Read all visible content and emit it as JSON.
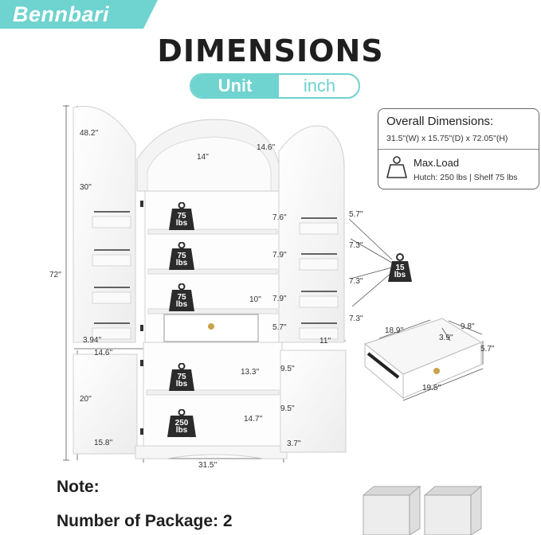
{
  "brand": {
    "name": "Bennbari"
  },
  "title": "DIMENSIONS",
  "unit_toggle": {
    "active": "Unit",
    "inactive": "inch"
  },
  "info_box": {
    "title": "Overall Dimensions:",
    "dimensions": "31.5\"(W) x 15.75\"(D) x 72.05\"(H)",
    "load_title": "Max.Load",
    "load_values": "Hutch: 250 lbs | Shelf 75 lbs",
    "icon": "weight-icon"
  },
  "cabinet_dims": {
    "door_top": "48.2''",
    "door_mid": "30''",
    "overall_h": "72''",
    "door_bottom": "20''",
    "arch_h": "14''",
    "arch_d": "14.6''",
    "left_shelf_w": "3.94''",
    "left_door_w": "14.6''",
    "lower_door_w": "15.8''",
    "shelf_gap_1": "7.6''",
    "shelf_gap_2": "7.9''",
    "shelf_gap_3": "7.9''",
    "drawer_h": "5.7''",
    "drawer_w": "10''",
    "lower_w1": "13.3''",
    "lower_w2": "14.7''",
    "lower_gap_1": "9.5''",
    "lower_gap_2": "9.5''",
    "base_h": "3.7''",
    "overall_w": "31.5''",
    "rack_1": "5.7''",
    "rack_2": "7.3''",
    "rack_3": "7.3''",
    "rack_4": "7.3''",
    "right_door_w": "11''",
    "rack_load": "15",
    "rack_load_unit": "lbs"
  },
  "shelf_loads": [
    {
      "value": "75",
      "unit": "lbs"
    },
    {
      "value": "75",
      "unit": "lbs"
    },
    {
      "value": "75",
      "unit": "lbs"
    },
    {
      "value": "75",
      "unit": "lbs"
    },
    {
      "value": "250",
      "unit": "lbs"
    }
  ],
  "drawer_dims": {
    "w": "18.9''",
    "d": "9.8''",
    "inner": "3.9''",
    "h": "5.7''",
    "depth": "19.5''"
  },
  "note_label": "Note:",
  "package_label": "Number of Package: 2",
  "colors": {
    "accent": "#6fd3cf",
    "text": "#1f1f1f",
    "weight_icon": "#2b2b2b"
  }
}
